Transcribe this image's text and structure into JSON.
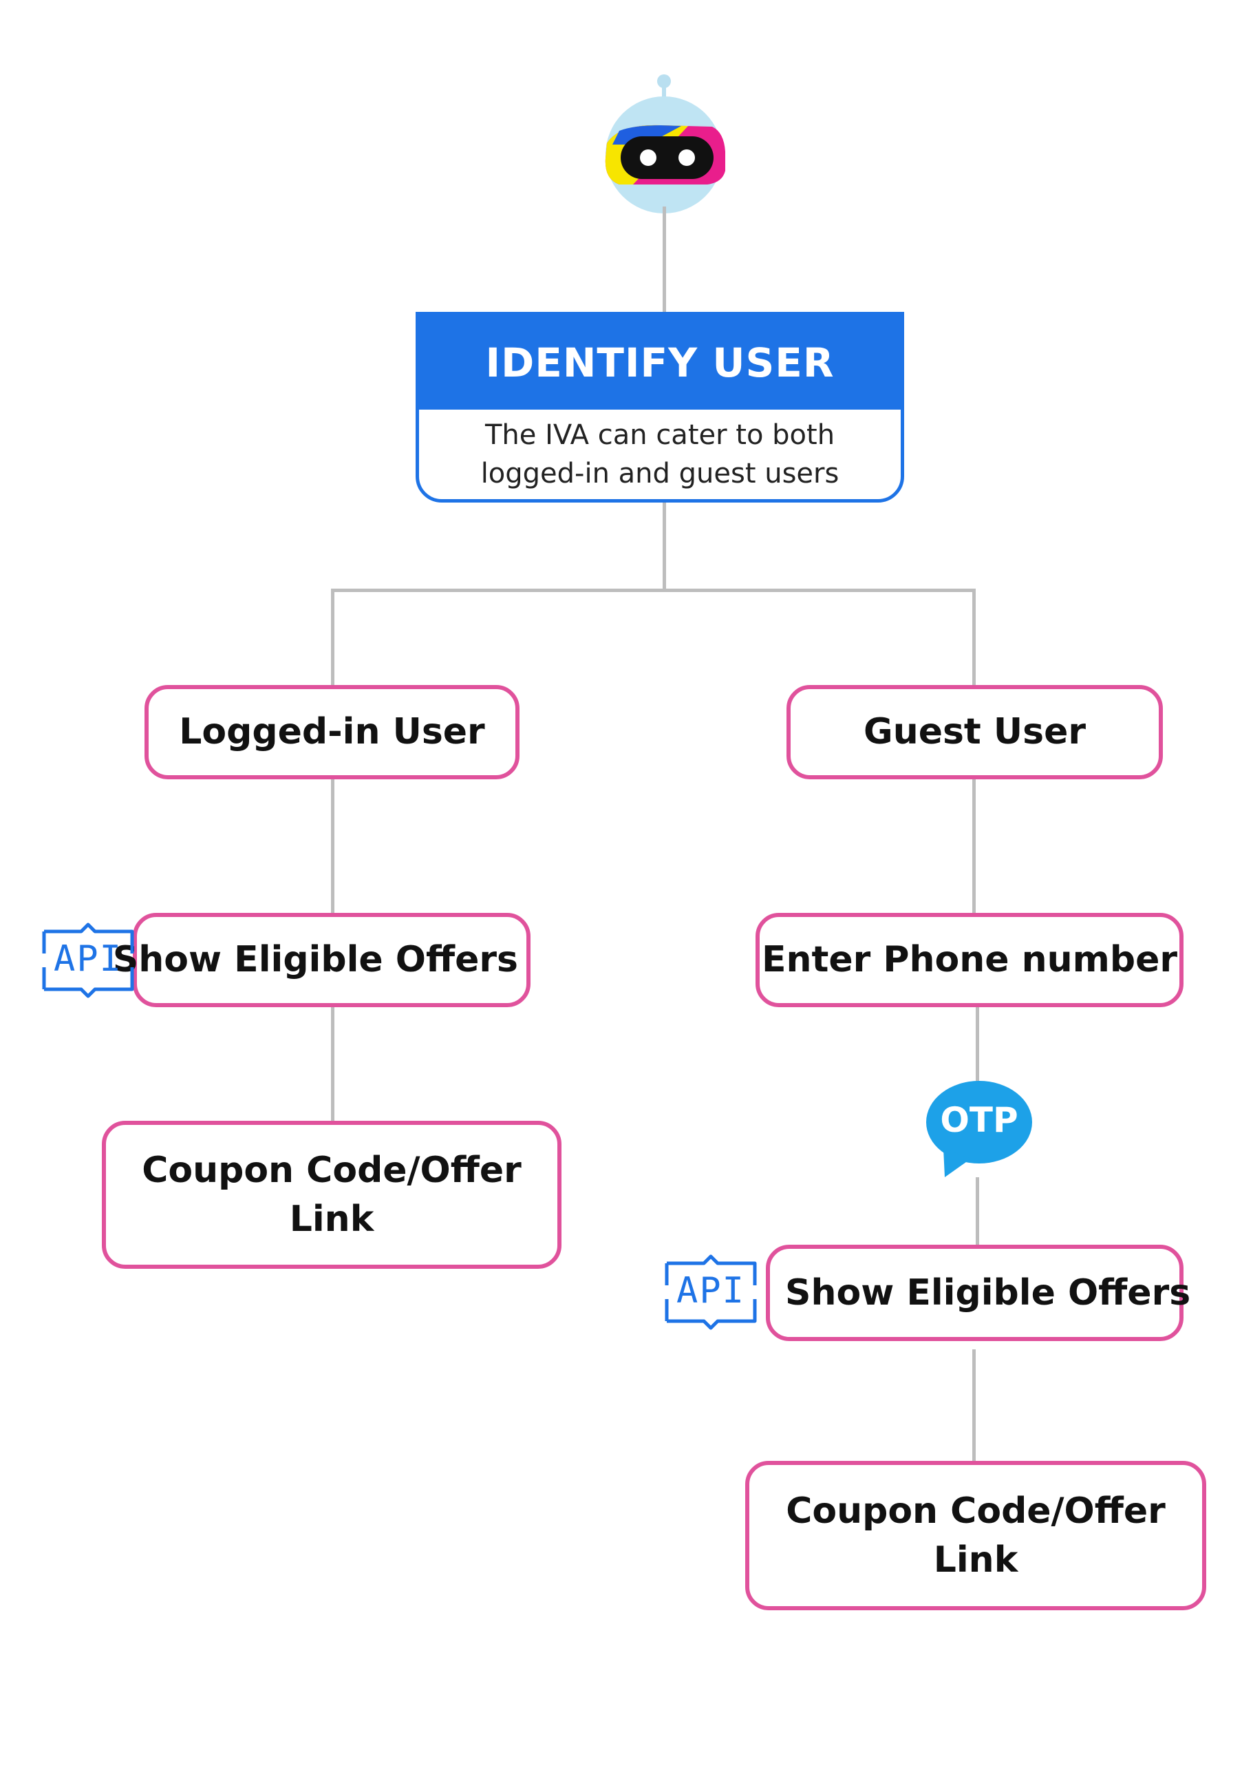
{
  "colors": {
    "accent_blue": "#1e73e6",
    "node_border_pink": "#e0529c",
    "connector_gray": "#bdbdbd",
    "otp_blue": "#1da1e8"
  },
  "header": {
    "title": "IDENTIFY USER",
    "description_line1": "The IVA can cater to both",
    "description_line2": "logged-in and guest users"
  },
  "left_branch": {
    "node1": "Logged-in User",
    "node2": "Show Eligible Offers",
    "node3_line1": "Coupon Code/Offer",
    "node3_line2": "Link",
    "api_label": "API"
  },
  "right_branch": {
    "node1": "Guest User",
    "node2": "Enter Phone number",
    "otp_label": "OTP",
    "node3": "Show Eligible Offers",
    "node4_line1": "Coupon Code/Offer",
    "node4_line2": "Link",
    "api_label": "API"
  },
  "icons": [
    "robot-icon",
    "api-icon",
    "otp-bubble-icon"
  ]
}
